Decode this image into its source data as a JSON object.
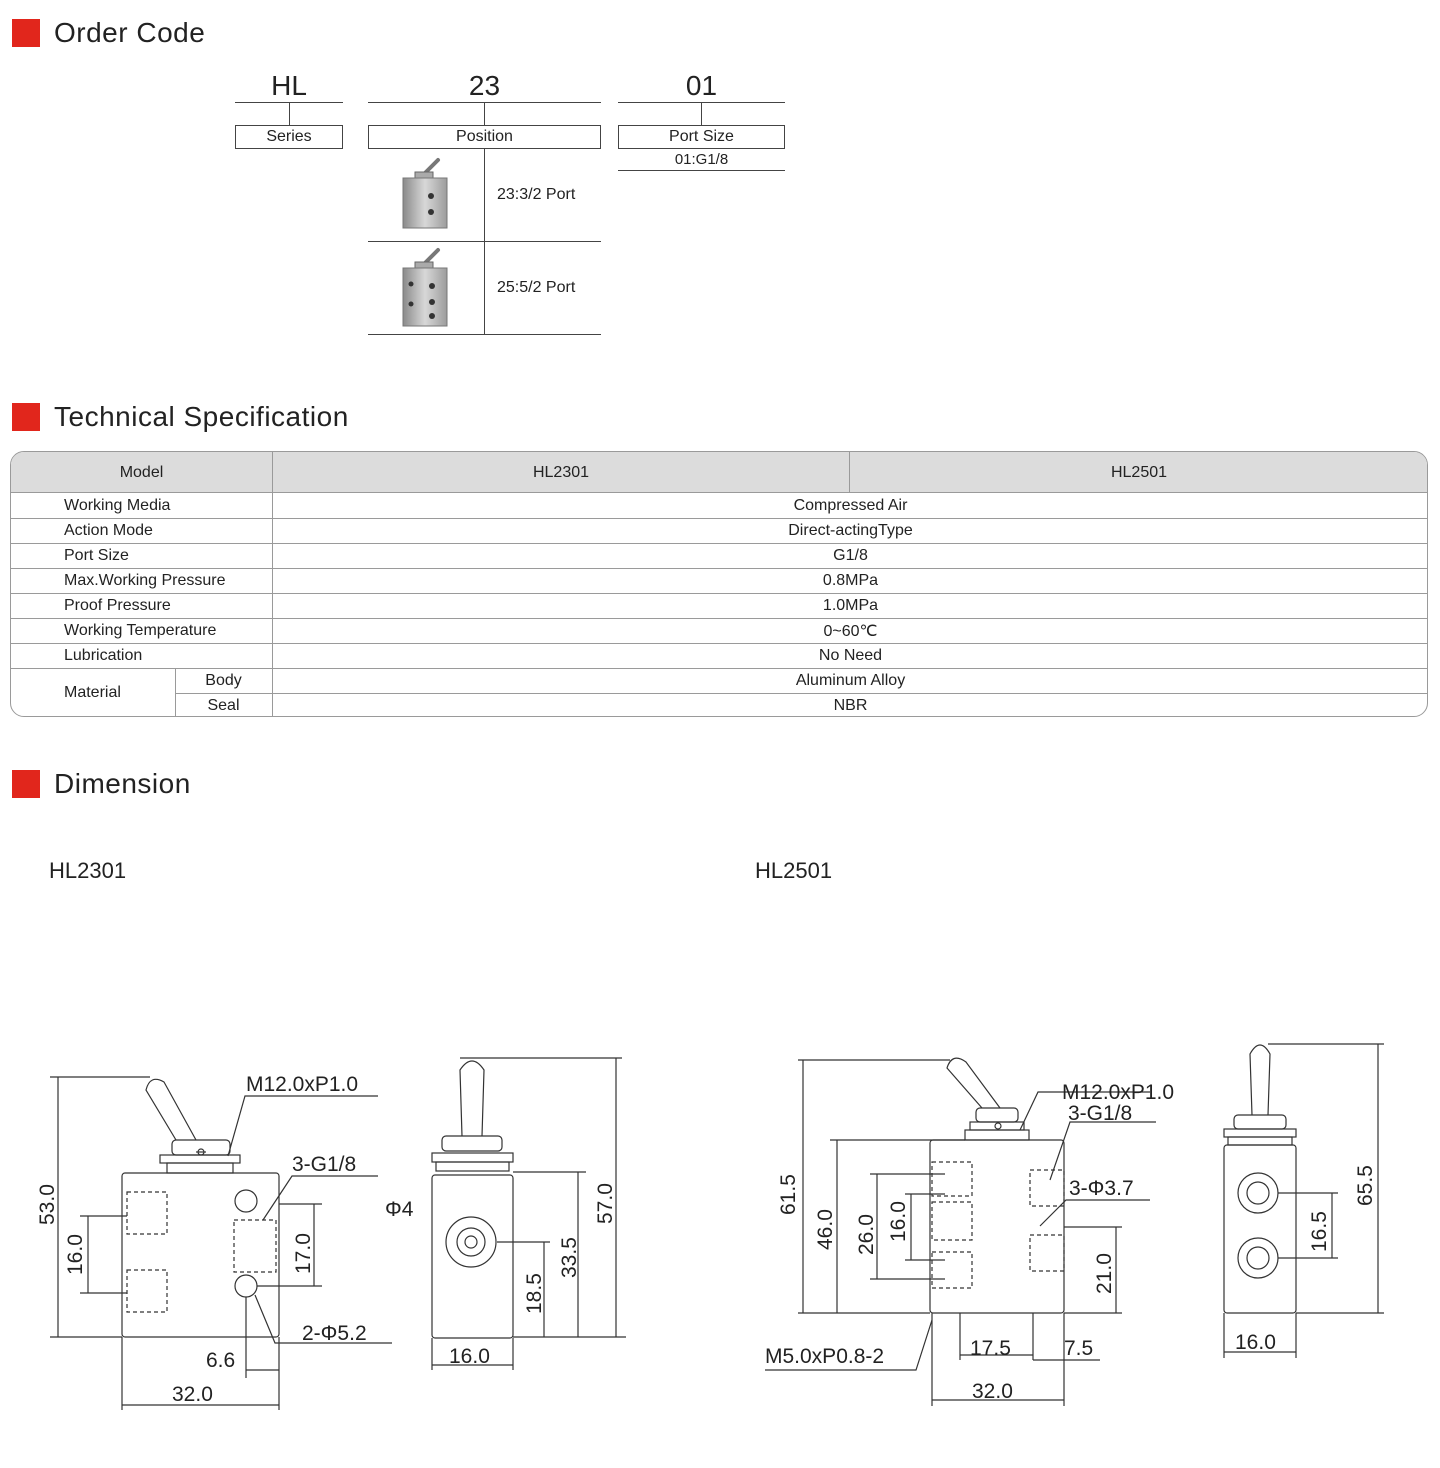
{
  "sections": {
    "order_code": "Order Code",
    "tech_spec": "Technical Specification",
    "dimension": "Dimension"
  },
  "order_code": {
    "series_code": "HL",
    "series_label": "Series",
    "position_code": "23",
    "position_label": "Position",
    "port_code": "01",
    "port_label": "Port Size",
    "port_option": "01:G1/8",
    "position_options": [
      "23:3/2 Port",
      "25:5/2 Port"
    ]
  },
  "spec": {
    "header": [
      "Model",
      "HL2301",
      "HL2501"
    ],
    "rows": [
      {
        "label": "Working Media",
        "value": "Compressed Air"
      },
      {
        "label": "Action Mode",
        "value": "Direct-actingType"
      },
      {
        "label": "Port Size",
        "value": "G1/8"
      },
      {
        "label": "Max.Working Pressure",
        "value": "0.8MPa"
      },
      {
        "label": "Proof Pressure",
        "value": "1.0MPa"
      },
      {
        "label": "Working Temperature",
        "value": "0~60℃"
      },
      {
        "label": "Lubrication",
        "value": "No Need"
      }
    ],
    "material_label": "Material",
    "material_rows": [
      {
        "label": "Body",
        "value": "Aluminum Alloy"
      },
      {
        "label": "Seal",
        "value": "NBR"
      }
    ]
  },
  "dimension": {
    "hl2301": {
      "title": "HL2301",
      "labels": [
        "M12.0xP1.0",
        "3-G1/8",
        "53.0",
        "16.0",
        "17.0",
        "2-Φ5.2",
        "6.6",
        "32.0",
        "Φ4",
        "57.0",
        "33.5",
        "18.5",
        "16.0"
      ]
    },
    "hl2501": {
      "title": "HL2501",
      "labels": [
        "M12.0xP1.0",
        "3-G1/8",
        "3-Φ3.7",
        "61.5",
        "46.0",
        "26.0",
        "16.0",
        "21.0",
        "M5.0xP0.8-2",
        "17.5",
        "7.5",
        "32.0",
        "65.5",
        "16.5",
        "16.0"
      ]
    }
  }
}
